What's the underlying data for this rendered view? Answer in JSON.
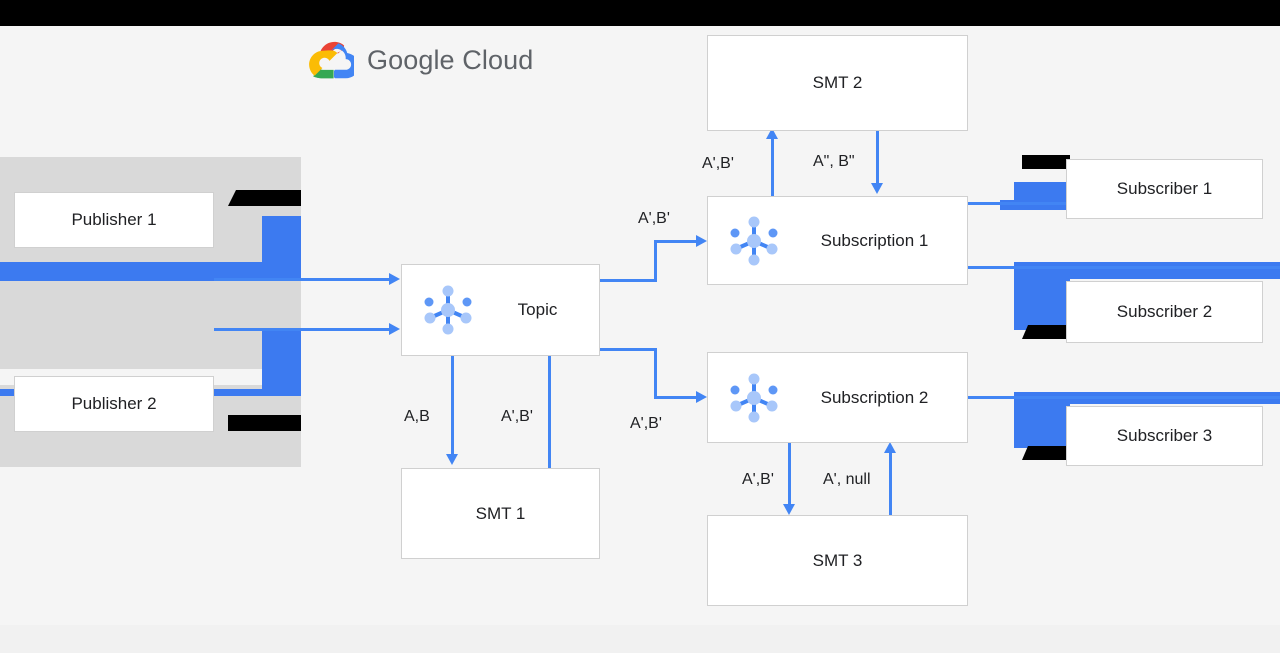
{
  "page": {
    "brand": {
      "icon": "google-cloud-logo-icon",
      "word_google": "Google",
      "word_cloud": "Cloud"
    },
    "accent_blue": "#4285F4",
    "artifact_blue": "#3c7af0",
    "band_gray": "#d9d9d9",
    "canvas_bg": "#f5f5f5",
    "node_border": "#d0d0d0",
    "text_color": "#202124"
  },
  "nodes": {
    "publisher_1": "Publisher 1",
    "publisher_2": "Publisher 2",
    "topic": "Topic",
    "smt_1": "SMT 1",
    "smt_2": "SMT 2",
    "smt_3": "SMT 3",
    "subscription_1": "Subscription 1",
    "subscription_2": "Subscription 2",
    "subscriber_1": "Subscriber 1",
    "subscriber_2": "Subscriber 2",
    "subscriber_3": "Subscriber 3"
  },
  "edge_labels": {
    "topic_to_smt1": "A,B",
    "smt1_to_topic": "A',B'",
    "topic_to_sub1": "A',B'",
    "topic_to_sub2": "A',B'",
    "sub1_to_smt2": "A',B'",
    "smt2_to_sub1": "A\", B\"",
    "sub2_to_smt3": "A',B'",
    "smt3_to_sub2": "A', null"
  },
  "icons": {
    "pubsub": "pubsub-topic-icon",
    "cloud": "google-cloud-logo-icon"
  }
}
